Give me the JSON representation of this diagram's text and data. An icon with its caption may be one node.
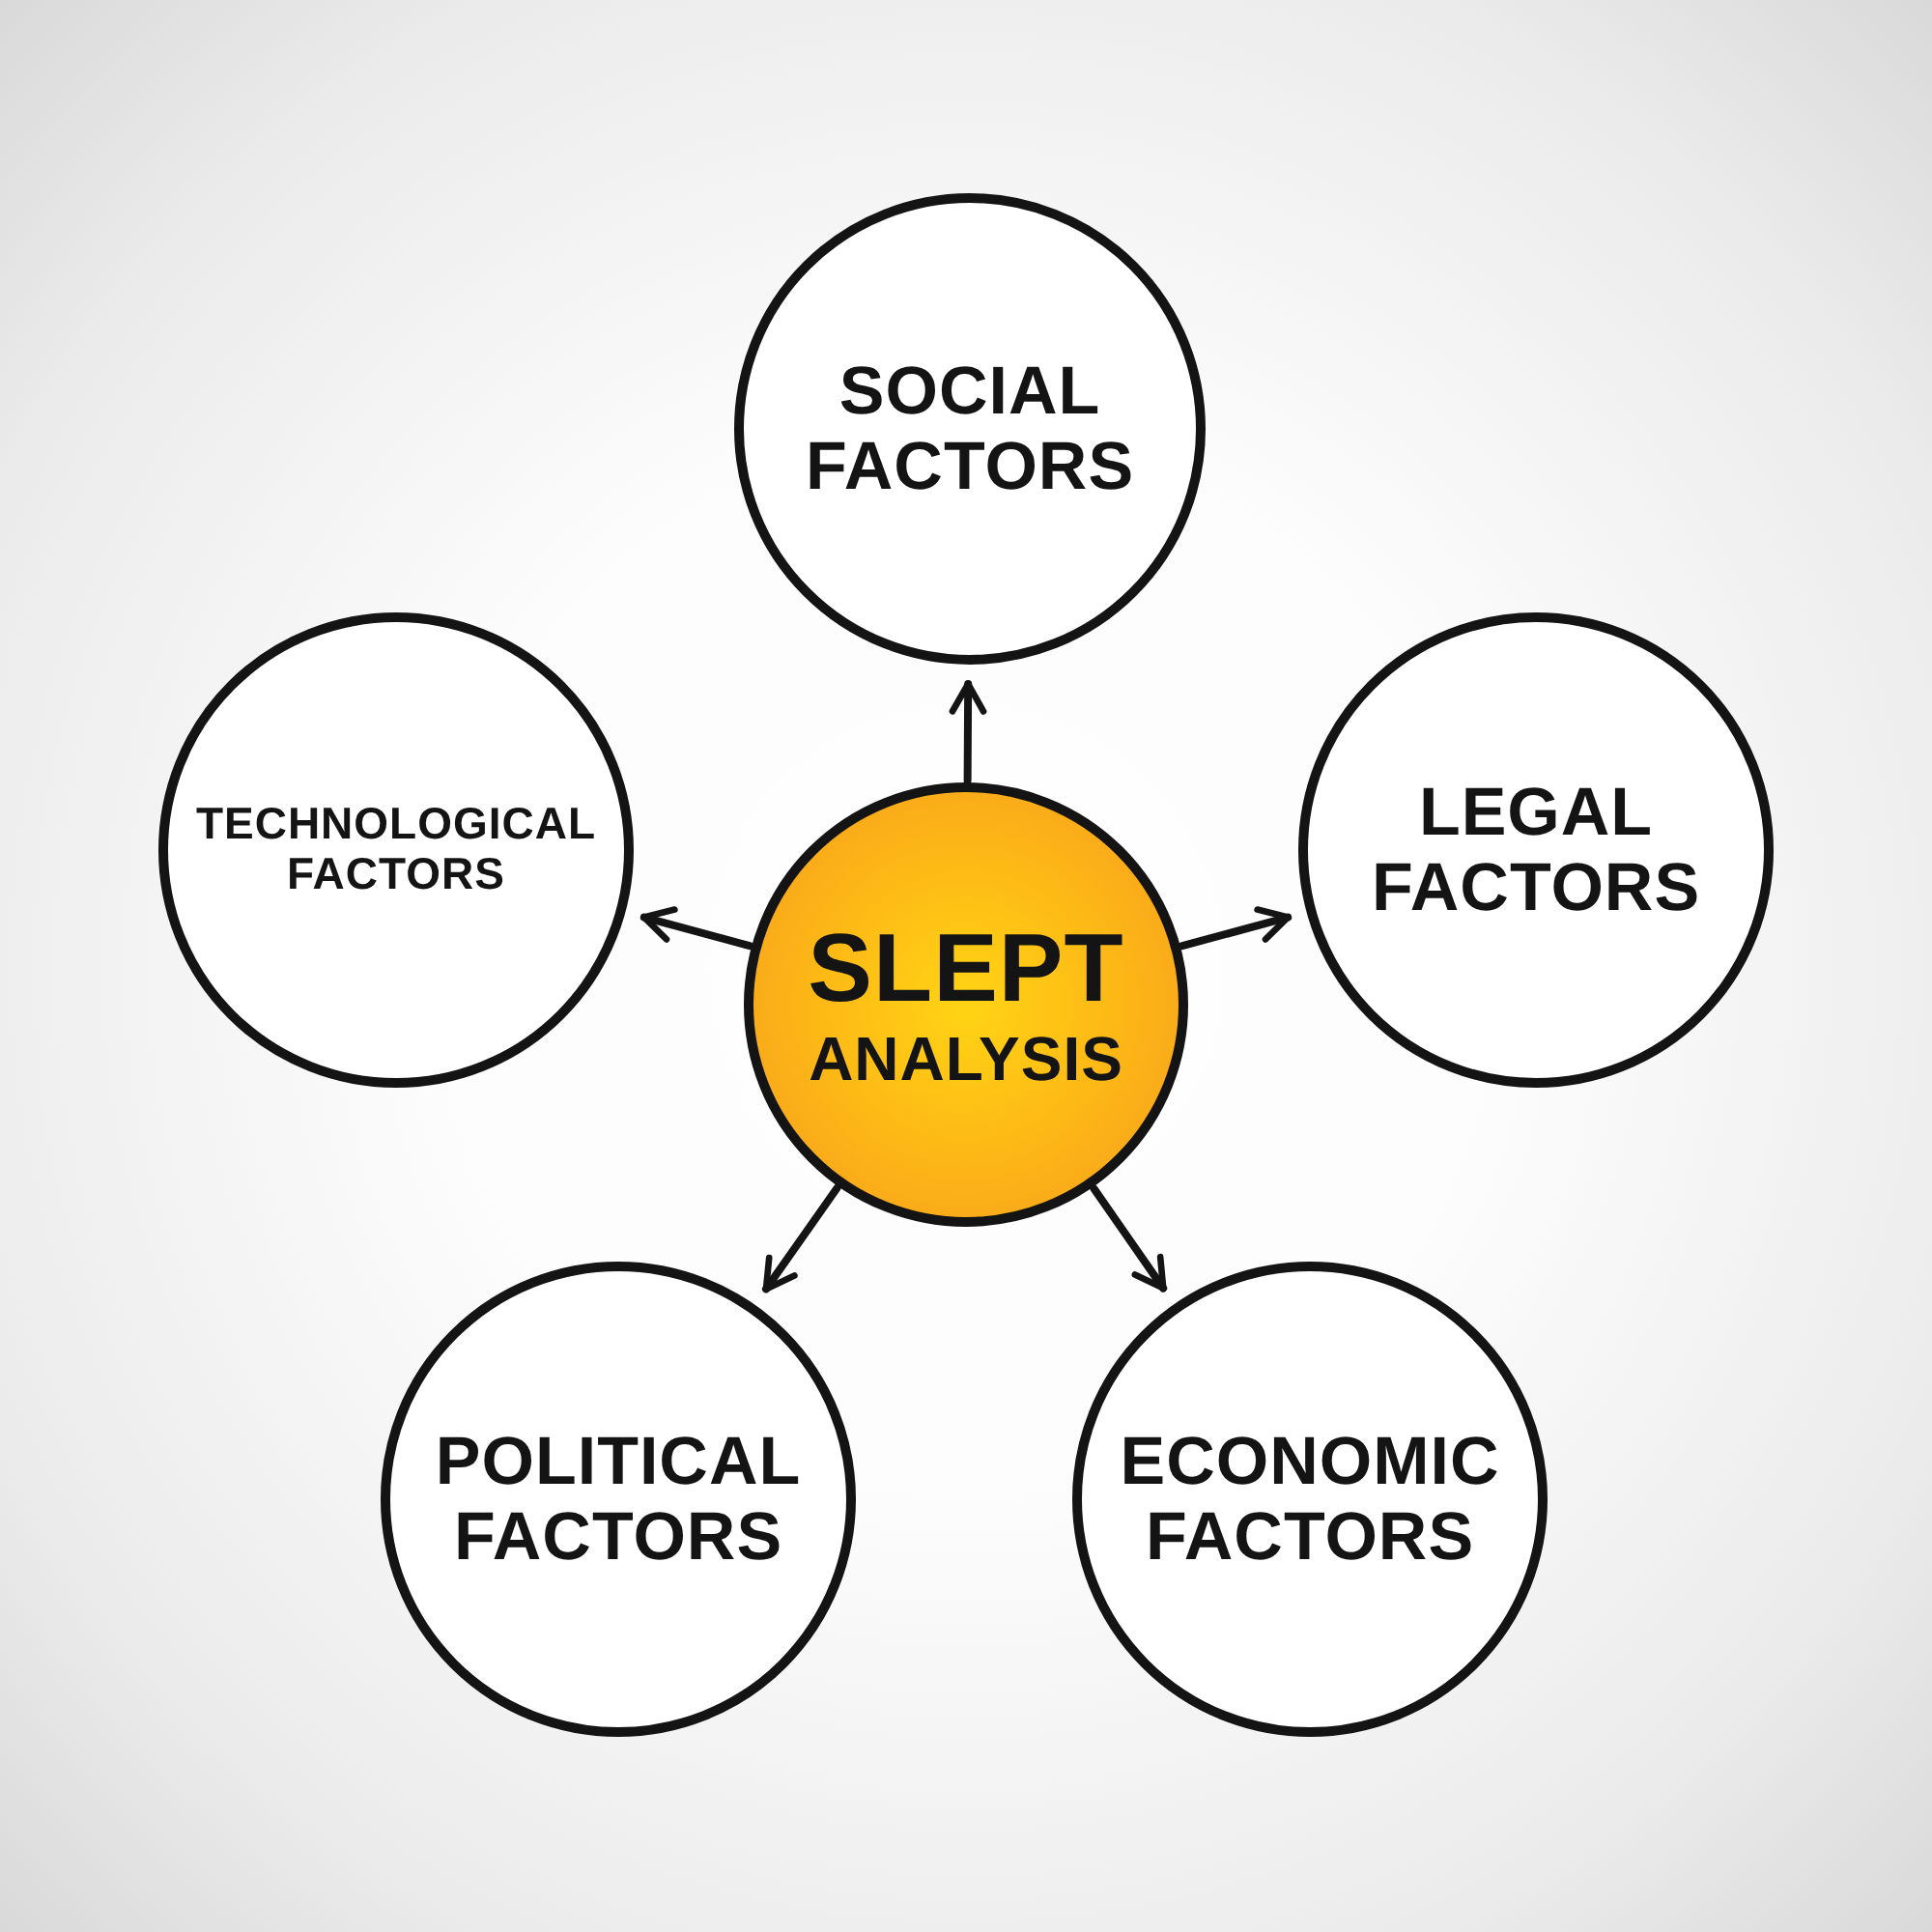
{
  "diagram": {
    "nodes": [
      {
        "text": [
          "SOCIAL FACTORS"
        ]
      },
      {
        "text": [
          "TECHNOLOGICAL FACTORS"
        ]
      },
      {
        "text": [
          "LEGAL FACTORS"
        ]
      },
      {
        "text": [
          "SLEPT",
          "ANALYSIS"
        ]
      },
      {
        "text": [
          "POLITICAL FACTORS"
        ]
      },
      {
        "text": [
          "ECONOMIC FACTORS"
        ]
      }
    ],
    "edges": [
      {
        "from": 3,
        "to": 0,
        "arrow": "to"
      },
      {
        "from": 3,
        "to": 2,
        "arrow": "to"
      },
      {
        "from": 3,
        "to": 5,
        "arrow": "to"
      },
      {
        "from": 3,
        "to": 4,
        "arrow": "to"
      },
      {
        "from": 3,
        "to": 1,
        "arrow": "to"
      }
    ]
  }
}
